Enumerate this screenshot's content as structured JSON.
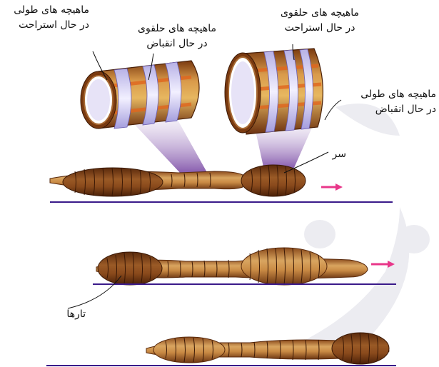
{
  "labels": {
    "top_left_longitudinal": {
      "line1": "ماهیچه های طولی",
      "line2": "در حال استراحت"
    },
    "left_circular": {
      "line1": "ماهیچه های حلقوی",
      "line2": "در حال انقباض"
    },
    "top_right_circular": {
      "line1": "ماهیچه های حلقوی",
      "line2": "در حال استراحت"
    },
    "right_longitudinal": {
      "line1": "ماهیچه های طولی",
      "line2": "در حال انقباض"
    },
    "head": "سر",
    "setae": "تارها"
  },
  "colors": {
    "body_dark": "#6b3512",
    "body_mid": "#a8642a",
    "body_light": "#e2b86a",
    "ground_line": "#3a1a8a",
    "arrow": "#e8378a",
    "cone": "#8e63b5",
    "watermark": "#e9e9ef"
  },
  "icons": {
    "direction": "right-arrow-icon"
  }
}
